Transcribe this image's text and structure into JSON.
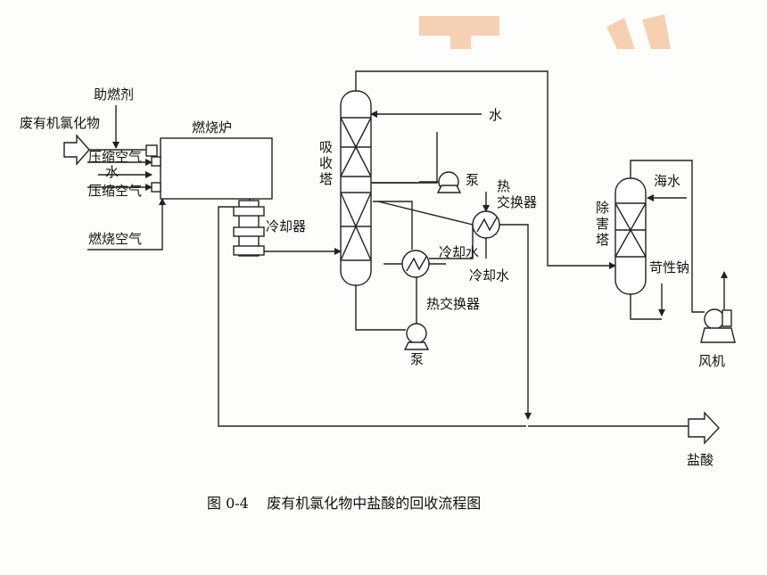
{
  "diagram": {
    "labels": {
      "waste_organochlorine": "废有机氯化物",
      "combustion_aid": "助燃剂",
      "compressed_air_1": "压缩空气",
      "water_1": "水",
      "compressed_air_2": "压缩空气",
      "combustion_air": "燃烧空气",
      "incinerator": "燃烧炉",
      "cooler": "冷却器",
      "absorber": "吸收塔",
      "water_2": "水",
      "pump_1": "泵",
      "heat_exchanger_1": "热交换器",
      "cooling_water_1": "冷却水",
      "cooling_water_2": "冷却水",
      "heat_exchanger_2": "热交换器",
      "pump_2": "泵",
      "scrubber": "除害塔",
      "seawater": "海水",
      "caustic_soda": "苛性钠",
      "fan": "风机",
      "hydrochloric_acid": "盐酸"
    },
    "caption": "图 0-4    废有机氯化物中盐酸的回收流程图"
  }
}
